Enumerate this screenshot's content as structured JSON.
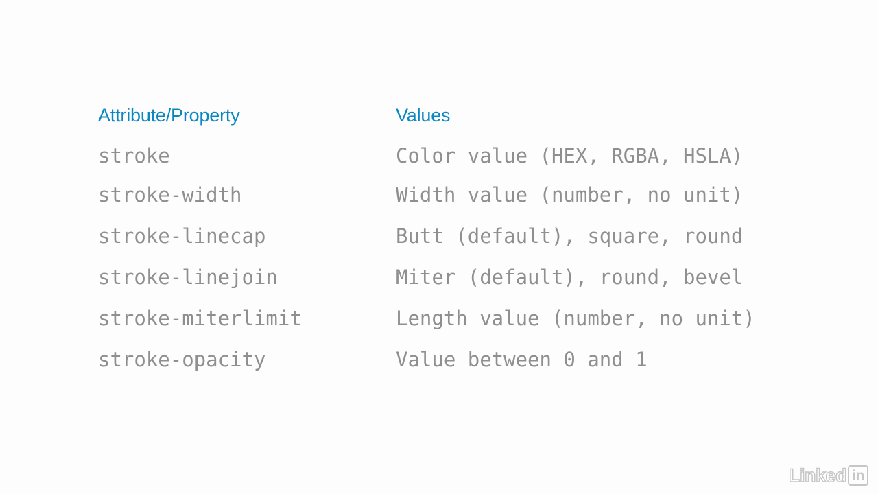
{
  "table": {
    "header": {
      "attribute": "Attribute/Property",
      "values": "Values"
    },
    "rows": [
      {
        "attribute": "stroke",
        "value": "Color value (HEX, RGBA, HSLA)"
      },
      {
        "attribute": "stroke-width",
        "value": "Width value (number, no unit)"
      },
      {
        "attribute": "stroke-linecap",
        "value": "Butt (default), square, round"
      },
      {
        "attribute": "stroke-linejoin",
        "value": "Miter (default), round, bevel"
      },
      {
        "attribute": "stroke-miterlimit",
        "value": "Length value (number, no unit)"
      },
      {
        "attribute": "stroke-opacity",
        "value": "Value between 0 and 1"
      }
    ]
  },
  "branding": {
    "logo_text": "Linked",
    "logo_box": "in"
  },
  "colors": {
    "header": "#0a87c2",
    "body_text": "#8f8f8f",
    "background": "#fdfdfd"
  }
}
